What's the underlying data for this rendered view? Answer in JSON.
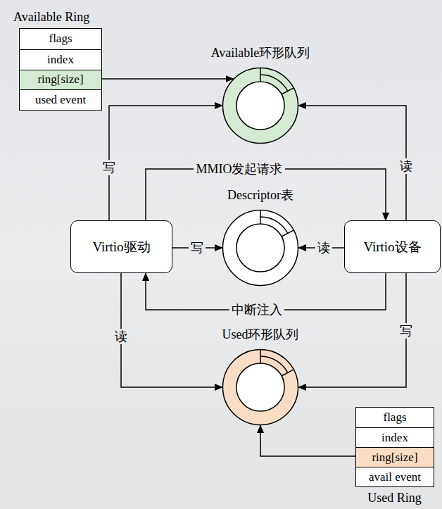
{
  "diagram": {
    "nodes": [
      {
        "text": [
          "Available Ring",
          "flags",
          "index",
          "ring[size]",
          "used event"
        ]
      },
      {
        "text": [
          "Available环形队列"
        ]
      },
      {
        "text": [
          "Descriptor表"
        ]
      },
      {
        "text": [
          "Virtio驱动"
        ]
      },
      {
        "text": [
          "Virtio设备"
        ]
      },
      {
        "text": [
          "Used环形队列"
        ]
      },
      {
        "text": [
          "flags",
          "index",
          "ring[size]",
          "avail event",
          "Used Ring"
        ]
      }
    ],
    "edges": [
      {
        "from": 0,
        "to": 1,
        "arrow": "to"
      },
      {
        "from": 3,
        "to": 1,
        "label": "写",
        "arrow": "to"
      },
      {
        "from": 4,
        "to": 1,
        "label": "读",
        "arrow": "to"
      },
      {
        "from": 3,
        "to": 4,
        "label": "MMIO发起请求",
        "arrow": "to"
      },
      {
        "from": 3,
        "to": 2,
        "label": "写",
        "arrow": "to"
      },
      {
        "from": 4,
        "to": 2,
        "label": "读",
        "arrow": "to"
      },
      {
        "from": 4,
        "to": 3,
        "label": "中断注入",
        "arrow": "to"
      },
      {
        "from": 3,
        "to": 5,
        "label": "读",
        "arrow": "to"
      },
      {
        "from": 4,
        "to": 5,
        "label": "写",
        "arrow": "to"
      },
      {
        "from": 6,
        "to": 5,
        "arrow": "to"
      }
    ]
  }
}
